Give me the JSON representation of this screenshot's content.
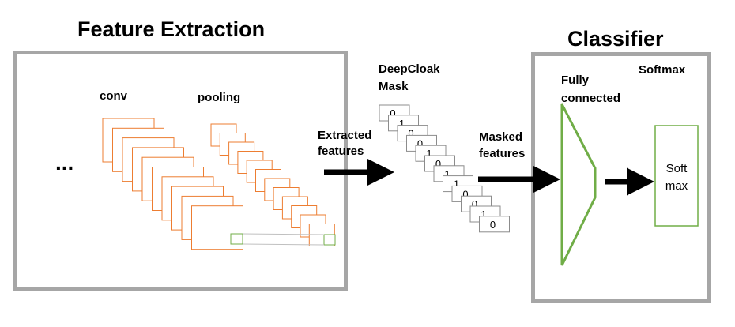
{
  "feature_extraction": {
    "title": "Feature Extraction",
    "conv_label": "conv",
    "pooling_label": "pooling",
    "ellipsis": "..."
  },
  "extracted_features_label": [
    "Extracted",
    "features"
  ],
  "mask": {
    "title": [
      "DeepCloak",
      "Mask"
    ],
    "values": [
      "0",
      "1",
      "0",
      "0",
      "1",
      "0",
      "1",
      "1",
      "0",
      "0",
      "1",
      "0"
    ]
  },
  "masked_features_label": [
    "Masked",
    "features"
  ],
  "classifier": {
    "title": "Classifier",
    "fully_connected_label": [
      "Fully",
      "connected"
    ],
    "softmax_label": "Softmax",
    "softmax_box_text": [
      "Soft",
      "max"
    ]
  },
  "colors": {
    "frame": "#a6a6a6",
    "feature_map": "#ed7d31",
    "green": "#70ad47",
    "arrow": "#000000"
  }
}
